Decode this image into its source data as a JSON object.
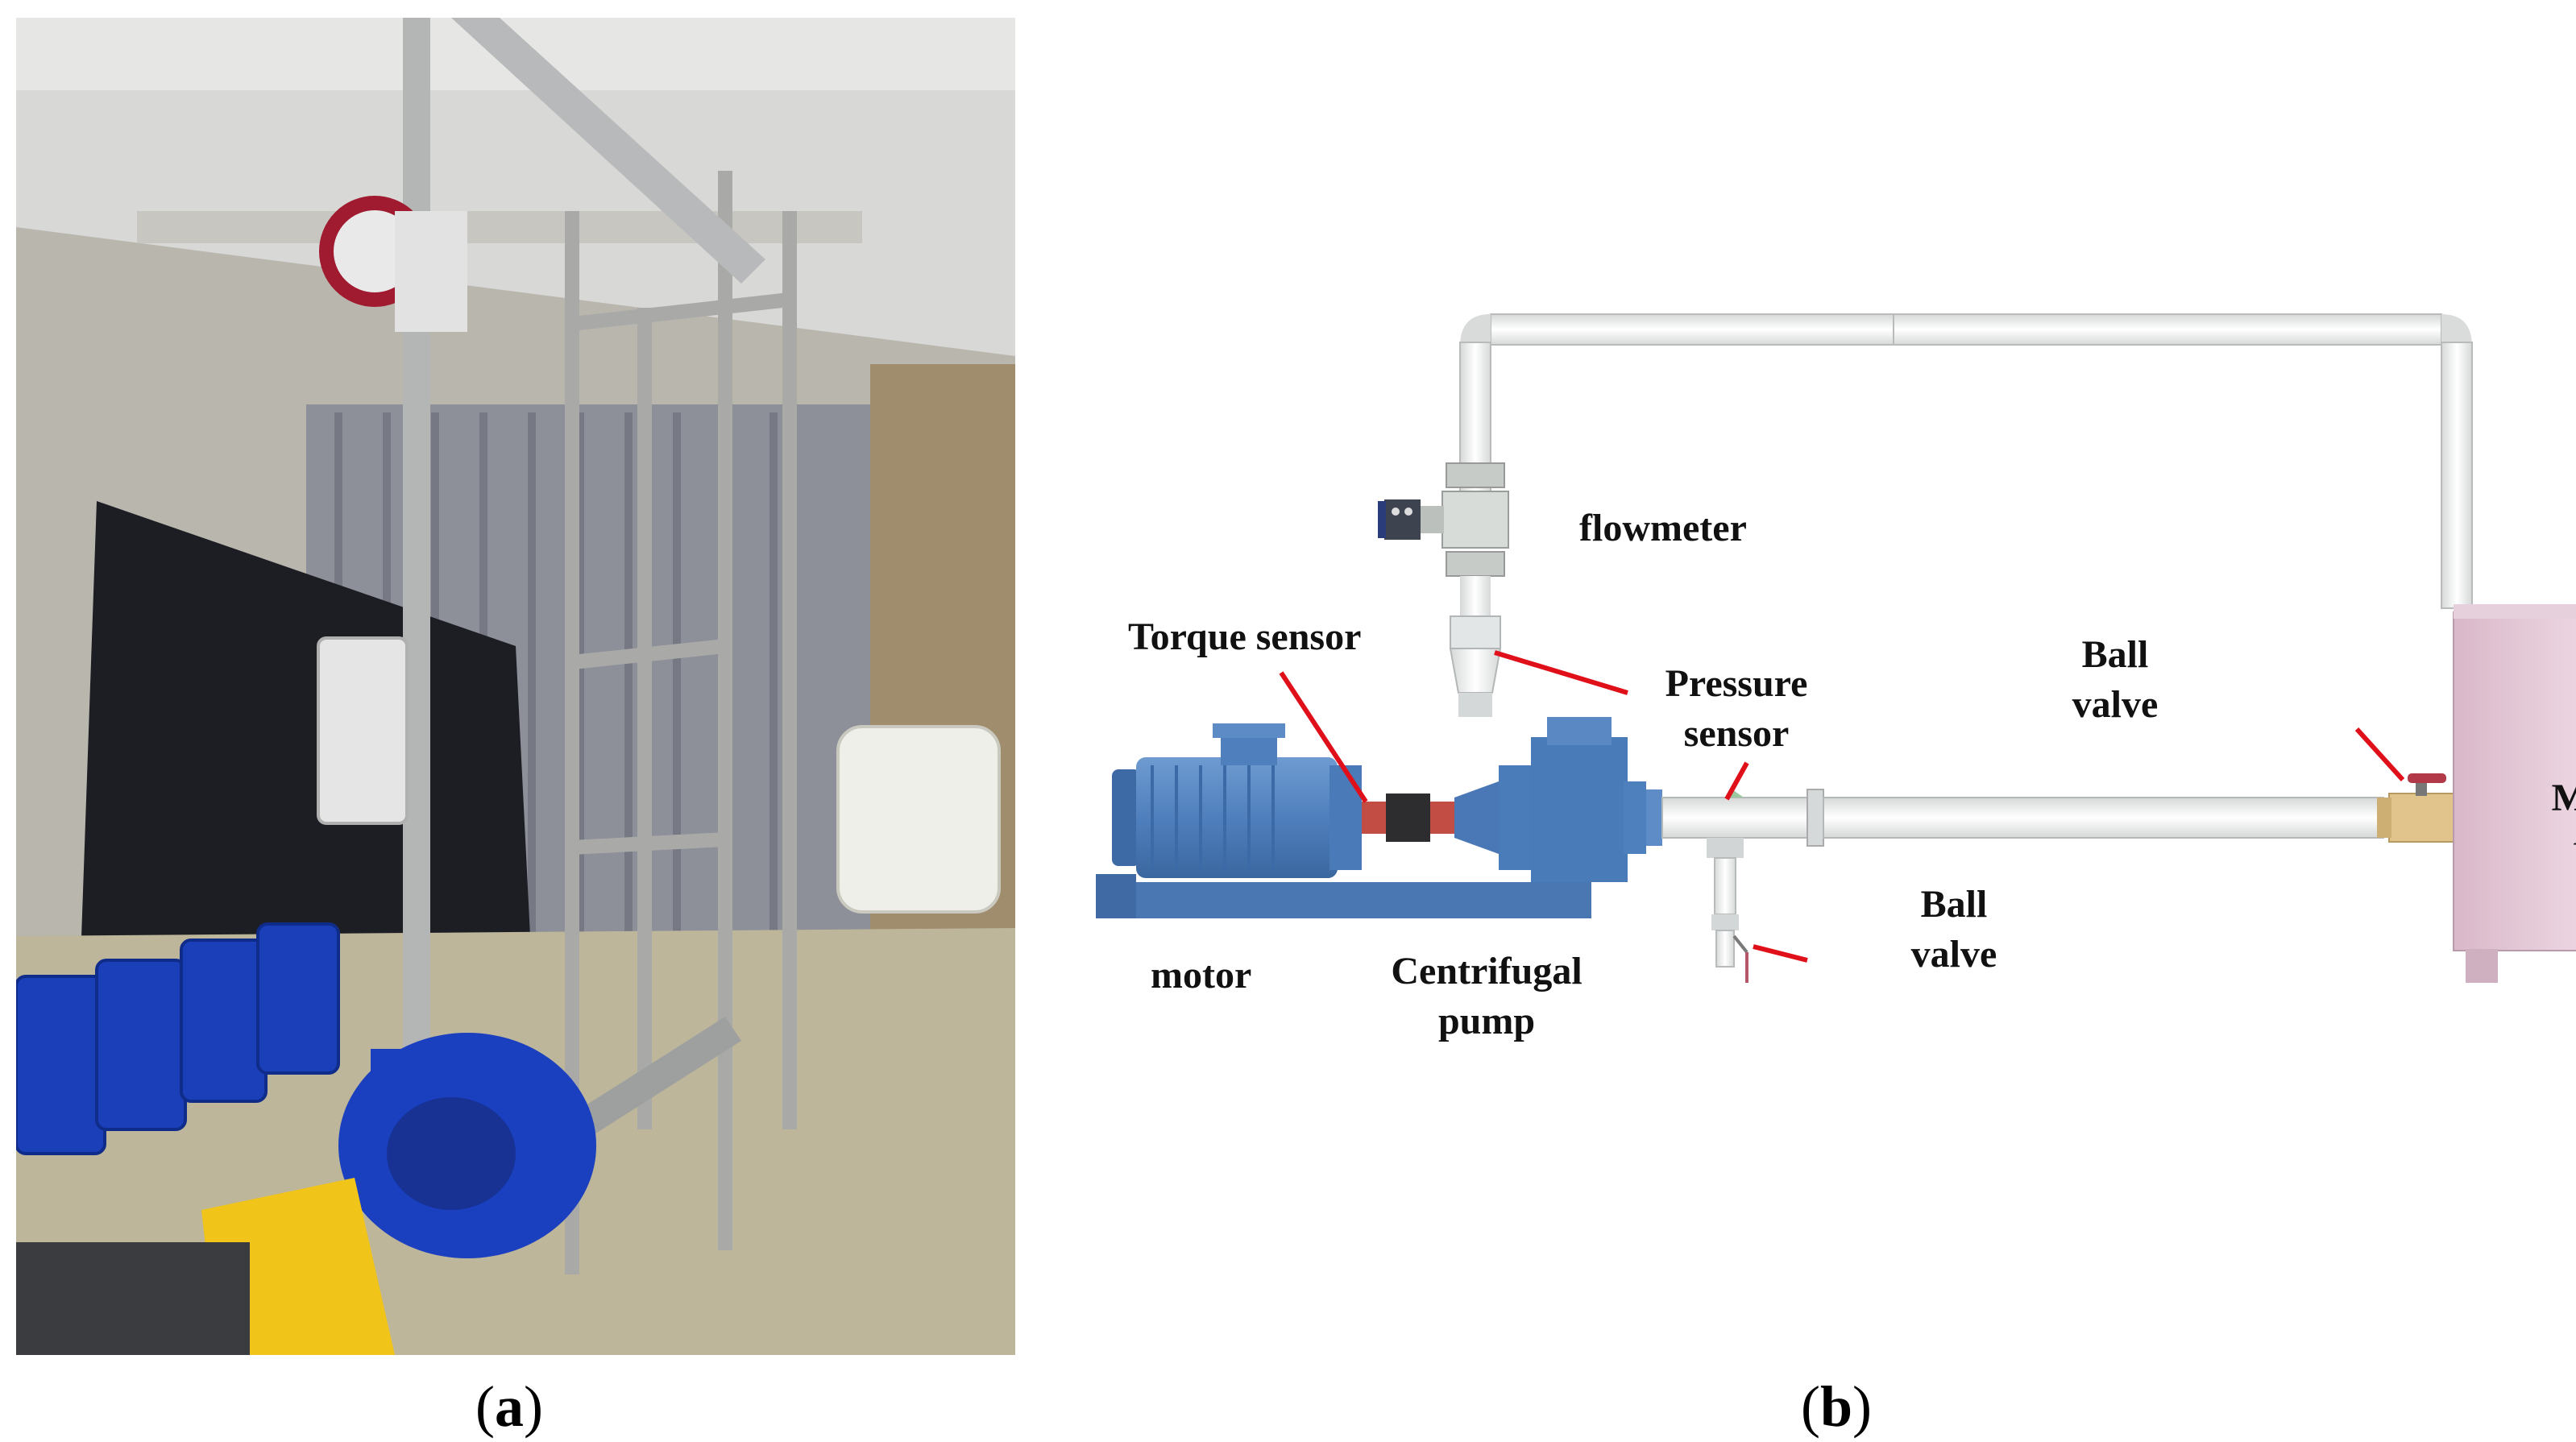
{
  "panel_a": {
    "caption_label": "a"
  },
  "panel_b": {
    "caption_label": "b",
    "labels": {
      "flowmeter": "flowmeter",
      "torque_sensor": "Torque sensor",
      "pressure_sensor_line1": "Pressure",
      "pressure_sensor_line2": "sensor",
      "ball_valve_top_line1": "Ball",
      "ball_valve_top_line2": "valve",
      "ball_valve_bottom_line1": "Ball",
      "ball_valve_bottom_line2": "valve",
      "mixing_tank_line1": "Mixing",
      "mixing_tank_line2": "tank",
      "motor": "motor",
      "centrifugal_pump_line1": "Centrifugal",
      "centrifugal_pump_line2": "pump"
    }
  }
}
